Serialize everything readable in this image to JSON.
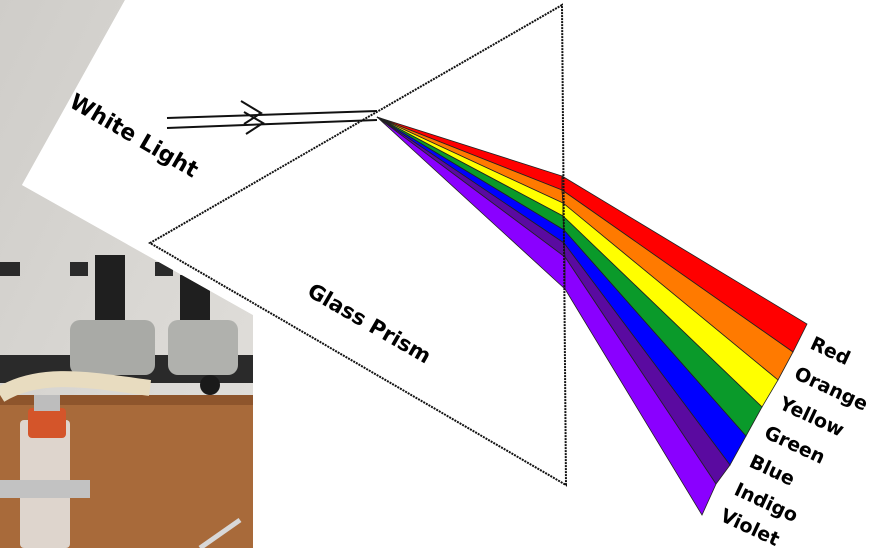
{
  "labels": {
    "white_light": "White Light",
    "glass_prism": "Glass Prism"
  },
  "spectrum": [
    {
      "name": "Red",
      "color": "#ff0000"
    },
    {
      "name": "Orange",
      "color": "#ff7a00"
    },
    {
      "name": "Yellow",
      "color": "#ffff00"
    },
    {
      "name": "Green",
      "color": "#0a9a2a"
    },
    {
      "name": "Blue",
      "color": "#0000ff"
    },
    {
      "name": "Indigo",
      "color": "#5a0aa0"
    },
    {
      "name": "Violet",
      "color": "#8a00ff"
    }
  ],
  "photo_colors": {
    "wall": "#d8d6d2",
    "bench": "#a86a3a",
    "shelf": "#2a2a2a"
  }
}
